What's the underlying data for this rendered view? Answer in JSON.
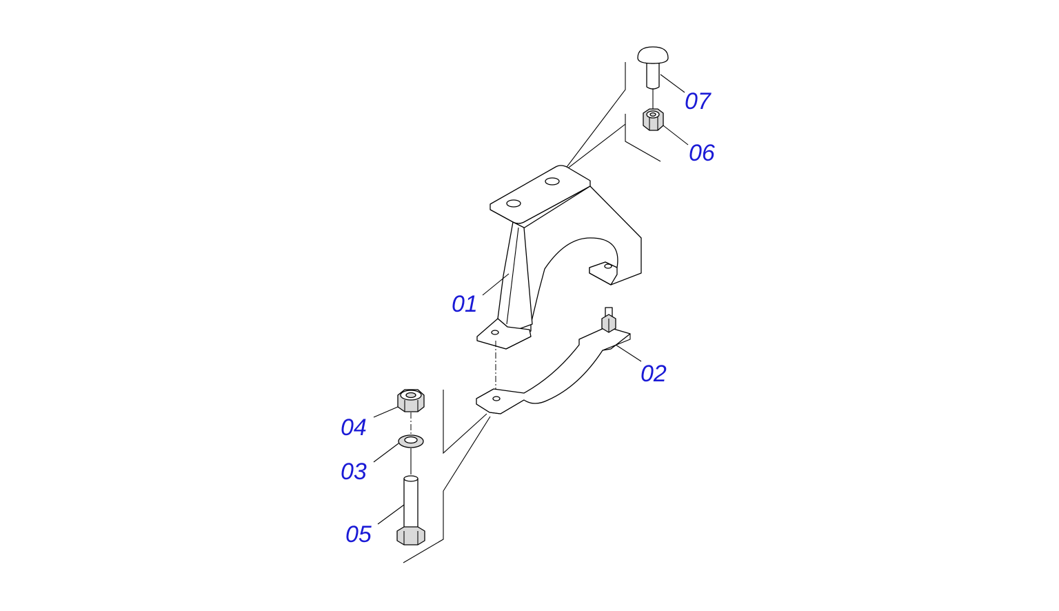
{
  "colors": {
    "label": "#1a1ad6",
    "line": "#000000",
    "background": "#ffffff"
  },
  "callouts": [
    {
      "id": "01",
      "text": "01"
    },
    {
      "id": "02",
      "text": "02"
    },
    {
      "id": "03",
      "text": "03"
    },
    {
      "id": "04",
      "text": "04"
    },
    {
      "id": "05",
      "text": "05"
    },
    {
      "id": "06",
      "text": "06"
    },
    {
      "id": "07",
      "text": "07"
    }
  ]
}
